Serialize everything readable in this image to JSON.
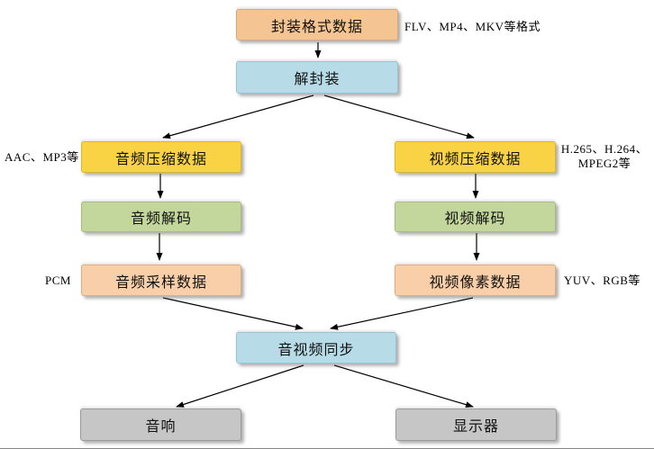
{
  "diagram": {
    "nodes": [
      {
        "id": "packaged-data",
        "label": "封装格式数据",
        "fill": "#F4C592",
        "border": "#D9A877"
      },
      {
        "id": "demux",
        "label": "解封装",
        "fill": "#B7DCE8",
        "border": "#99C4D4"
      },
      {
        "id": "audio-compressed",
        "label": "音频压缩数据",
        "fill": "#FAD345",
        "border": "#DDB52F"
      },
      {
        "id": "video-compressed",
        "label": "视频压缩数据",
        "fill": "#FAD345",
        "border": "#DDB52F"
      },
      {
        "id": "audio-decode",
        "label": "音频解码",
        "fill": "#C3D69B",
        "border": "#A6BD7C"
      },
      {
        "id": "video-decode",
        "label": "视频解码",
        "fill": "#C3D69B",
        "border": "#A6BD7C"
      },
      {
        "id": "audio-samples",
        "label": "音频采样数据",
        "fill": "#F8CFA9",
        "border": "#DCAF80"
      },
      {
        "id": "video-pixels",
        "label": "视频像素数据",
        "fill": "#F8CFA9",
        "border": "#DCAF80"
      },
      {
        "id": "av-sync",
        "label": "音视频同步",
        "fill": "#B7DCE8",
        "border": "#99C4D4"
      },
      {
        "id": "speaker",
        "label": "音响",
        "fill": "#C6C6C6",
        "border": "#9B9B9B"
      },
      {
        "id": "display",
        "label": "显示器",
        "fill": "#C6C6C6",
        "border": "#9B9B9B"
      }
    ],
    "annotations": {
      "container_formats": "FLV、MP4、MKV等格式",
      "audio_codecs": "AAC、MP3等",
      "video_codecs_line1": "H.265、H.264、",
      "video_codecs_line2": "MPEG2等",
      "audio_raw": "PCM",
      "video_raw": "YUV、RGB等"
    },
    "edges": [
      {
        "from": "packaged-data",
        "to": "demux"
      },
      {
        "from": "demux",
        "to": "audio-compressed"
      },
      {
        "from": "demux",
        "to": "video-compressed"
      },
      {
        "from": "audio-compressed",
        "to": "audio-decode"
      },
      {
        "from": "video-compressed",
        "to": "video-decode"
      },
      {
        "from": "audio-decode",
        "to": "audio-samples"
      },
      {
        "from": "video-decode",
        "to": "video-pixels"
      },
      {
        "from": "audio-samples",
        "to": "av-sync"
      },
      {
        "from": "video-pixels",
        "to": "av-sync"
      },
      {
        "from": "av-sync",
        "to": "speaker"
      },
      {
        "from": "av-sync",
        "to": "display"
      }
    ],
    "arrow_color": "#000000"
  }
}
